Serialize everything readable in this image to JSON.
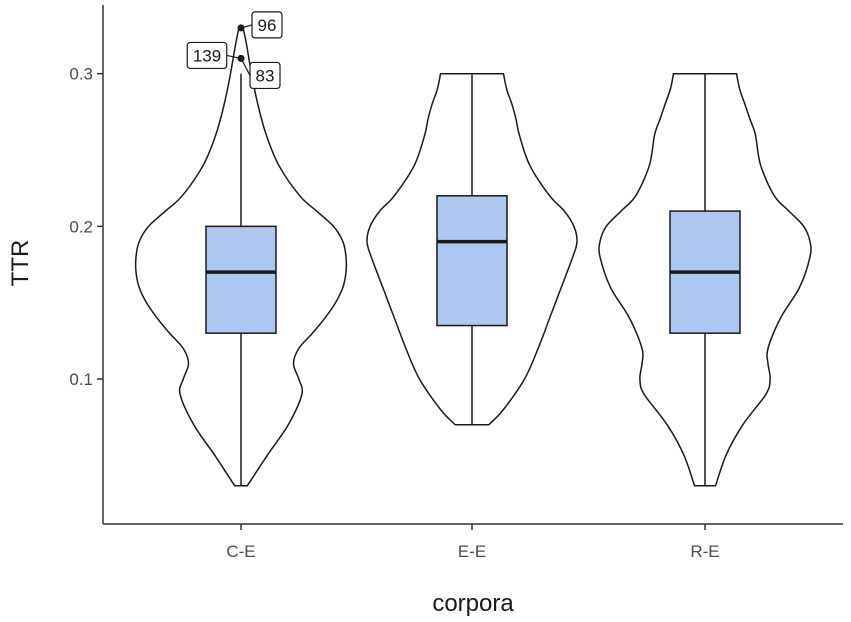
{
  "chart_data": {
    "type": "violin",
    "xlabel": "corpora",
    "ylabel": "TTR",
    "categories": [
      "C-E",
      "E-E",
      "R-E"
    ],
    "ylim": [
      0.005,
      0.345
    ],
    "yticks": [
      {
        "value": 0.1,
        "label": "0.1"
      },
      {
        "value": 0.2,
        "label": "0.2"
      },
      {
        "value": 0.3,
        "label": "0.3"
      }
    ],
    "grid": false,
    "colors": {
      "box_fill": "#aec7f0",
      "line": "#1a1a1a",
      "label_box": "#ffffff"
    },
    "groups": [
      {
        "category": "C-E",
        "violin_min": 0.03,
        "violin_max": 0.33,
        "box": {
          "q1": 0.13,
          "median": 0.17,
          "q3": 0.2,
          "whisker_low": 0.03,
          "whisker_high": 0.3
        },
        "outliers": [
          {
            "value": 0.33,
            "label": "96"
          },
          {
            "value": 0.31,
            "label": "139"
          },
          {
            "value": 0.31,
            "label": "83"
          }
        ],
        "density": [
          [
            0.03,
            0.06
          ],
          [
            0.05,
            0.25
          ],
          [
            0.07,
            0.45
          ],
          [
            0.09,
            0.58
          ],
          [
            0.1,
            0.55
          ],
          [
            0.11,
            0.5
          ],
          [
            0.12,
            0.55
          ],
          [
            0.13,
            0.68
          ],
          [
            0.14,
            0.8
          ],
          [
            0.15,
            0.9
          ],
          [
            0.16,
            0.97
          ],
          [
            0.17,
            1.0
          ],
          [
            0.18,
            1.0
          ],
          [
            0.19,
            0.97
          ],
          [
            0.2,
            0.88
          ],
          [
            0.21,
            0.72
          ],
          [
            0.22,
            0.56
          ],
          [
            0.24,
            0.36
          ],
          [
            0.26,
            0.24
          ],
          [
            0.28,
            0.16
          ],
          [
            0.3,
            0.1
          ],
          [
            0.32,
            0.05
          ],
          [
            0.33,
            0.02
          ]
        ]
      },
      {
        "category": "E-E",
        "violin_min": 0.07,
        "violin_max": 0.3,
        "box": {
          "q1": 0.135,
          "median": 0.19,
          "q3": 0.22,
          "whisker_low": 0.07,
          "whisker_high": 0.3
        },
        "outliers": [],
        "density": [
          [
            0.07,
            0.16
          ],
          [
            0.08,
            0.3
          ],
          [
            0.1,
            0.5
          ],
          [
            0.12,
            0.63
          ],
          [
            0.14,
            0.74
          ],
          [
            0.16,
            0.85
          ],
          [
            0.18,
            0.96
          ],
          [
            0.19,
            1.0
          ],
          [
            0.2,
            0.97
          ],
          [
            0.21,
            0.88
          ],
          [
            0.22,
            0.74
          ],
          [
            0.24,
            0.55
          ],
          [
            0.26,
            0.45
          ],
          [
            0.27,
            0.42
          ],
          [
            0.28,
            0.38
          ],
          [
            0.29,
            0.33
          ],
          [
            0.3,
            0.3
          ]
        ]
      },
      {
        "category": "R-E",
        "violin_min": 0.03,
        "violin_max": 0.3,
        "box": {
          "q1": 0.13,
          "median": 0.17,
          "q3": 0.21,
          "whisker_low": 0.03,
          "whisker_high": 0.3
        },
        "outliers": [],
        "density": [
          [
            0.03,
            0.1
          ],
          [
            0.05,
            0.2
          ],
          [
            0.07,
            0.36
          ],
          [
            0.09,
            0.58
          ],
          [
            0.1,
            0.62
          ],
          [
            0.11,
            0.6
          ],
          [
            0.12,
            0.6
          ],
          [
            0.14,
            0.72
          ],
          [
            0.16,
            0.9
          ],
          [
            0.18,
            1.0
          ],
          [
            0.19,
            1.0
          ],
          [
            0.2,
            0.94
          ],
          [
            0.21,
            0.8
          ],
          [
            0.22,
            0.66
          ],
          [
            0.24,
            0.53
          ],
          [
            0.26,
            0.48
          ],
          [
            0.27,
            0.43
          ],
          [
            0.28,
            0.38
          ],
          [
            0.29,
            0.33
          ],
          [
            0.3,
            0.3
          ]
        ]
      }
    ]
  }
}
